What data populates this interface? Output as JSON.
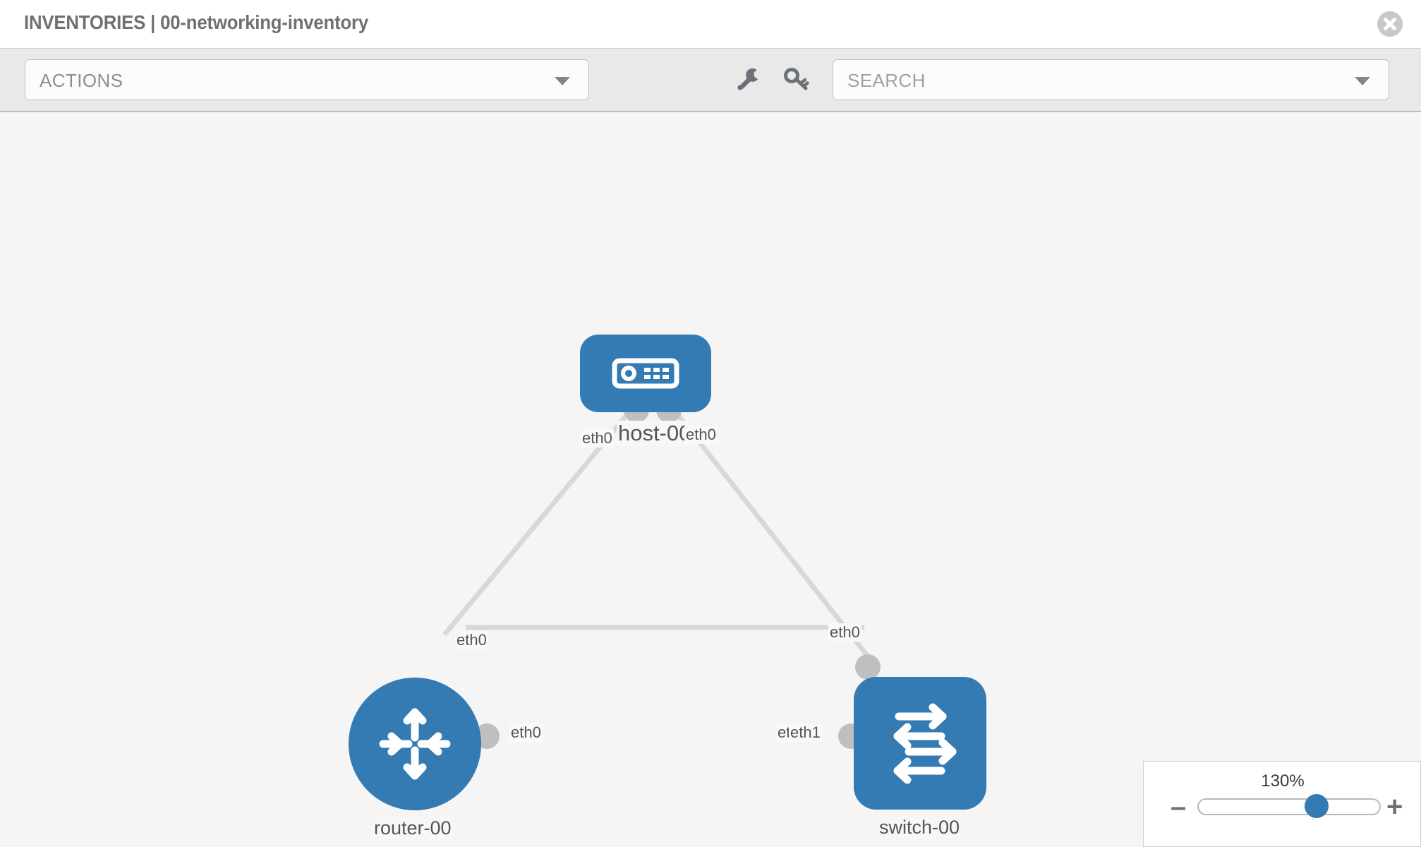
{
  "header": {
    "title": "INVENTORIES | 00-networking-inventory",
    "close_icon": "close-circle-icon"
  },
  "toolbar": {
    "actions_label": "ACTIONS",
    "actions_caret_icon": "chevron-down-icon",
    "wrench_icon": "wrench-icon",
    "key_icon": "key-icon",
    "search_placeholder": "SEARCH",
    "search_value": "",
    "search_caret_icon": "chevron-down-icon"
  },
  "topology": {
    "accent_color": "#347ab3",
    "port_color": "#bfbfbf",
    "link_color": "#d8d8d8",
    "canvas_color": "#f5f5f5",
    "nodes": [
      {
        "id": "host-00",
        "label": "host-00",
        "icon": "server-icon",
        "shape": "rounded-rect"
      },
      {
        "id": "router-00",
        "label": "router-00",
        "icon": "router-icon",
        "shape": "circle"
      },
      {
        "id": "switch-00",
        "label": "switch-00",
        "icon": "switch-icon",
        "shape": "rounded-rect"
      }
    ],
    "links": [
      {
        "from": "router-00",
        "to": "host-00",
        "from_label": "eth0",
        "to_label": "eth0"
      },
      {
        "from": "host-00",
        "to": "switch-00",
        "from_label": "eth0",
        "to_label": "eth0"
      },
      {
        "from": "router-00",
        "to": "switch-00",
        "from_label": "eth0",
        "to_label_a": "eth0",
        "to_label_b": "eth1"
      }
    ],
    "edge_labels": {
      "host_left": "eth0",
      "host_right": "eth0",
      "router_up": "eth0",
      "switch_up": "eth0",
      "router_right": "eth0",
      "switch_left_a": "eth0",
      "switch_left_b": "eth1"
    }
  },
  "zoom": {
    "value_label": "130%",
    "minus_label": "–",
    "plus_label": "+",
    "percent": 130
  }
}
